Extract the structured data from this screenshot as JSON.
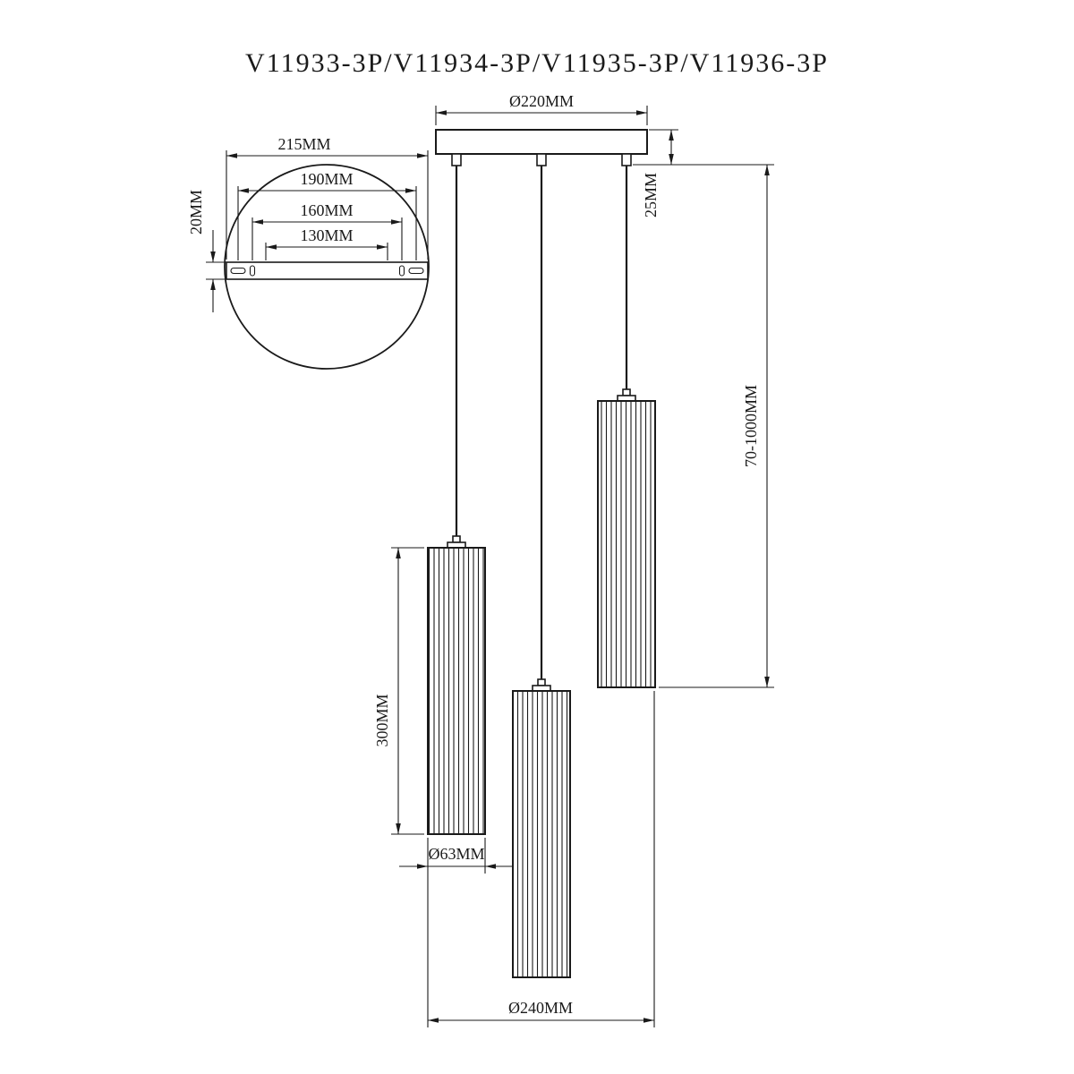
{
  "title": "V11933-3P/V11934-3P/V11935-3P/V11936-3P",
  "dimensions": {
    "canopy_diameter": "Ø220MM",
    "canopy_height": "25MM",
    "suspension_length": "70-1000MM",
    "plate_length": "215MM",
    "hole_spacing_outer": "190MM",
    "hole_spacing_middle": "160MM",
    "hole_spacing_inner": "130MM",
    "plate_height": "20MM",
    "shade_height": "300MM",
    "shade_diameter": "Ø63MM",
    "overall_diameter": "Ø240MM"
  }
}
